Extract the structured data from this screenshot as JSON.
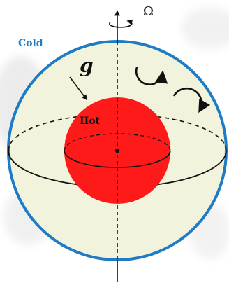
{
  "labels": {
    "omega": "Ω",
    "cold": "Cold",
    "gravity": "g",
    "hot": "Hot"
  },
  "colors": {
    "background": "#ffffff",
    "outer_fill": "#f2f3dc",
    "outer_stroke": "#1f7bc4",
    "inner_fill": "#ff1a1a",
    "line": "#111111",
    "cold_text": "#1f7bc4"
  },
  "icons": [
    "rotation-arrow-icon",
    "gravity-arrow-icon",
    "vortex-arrow-icon"
  ]
}
